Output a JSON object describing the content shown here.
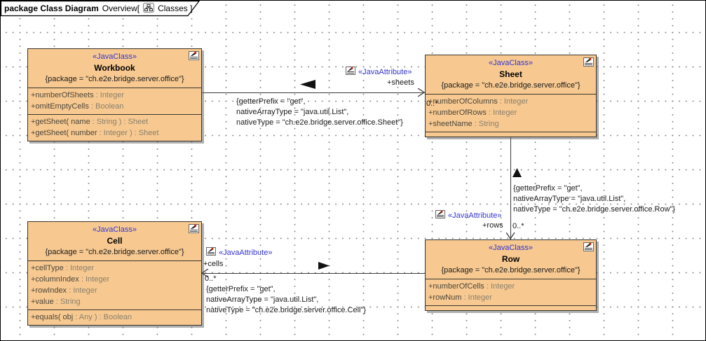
{
  "frame": {
    "kind_label": "package Class Diagram",
    "context_label": "Overview[",
    "diagram_label": "Classes ]",
    "tab_icon": "class-hierarchy-icon"
  },
  "colors": {
    "class_fill": "#F7C991",
    "class_border": "#39352C",
    "stereotype_blue": "#3535CF",
    "member_name": "#4C4539",
    "member_type": "#8A7F6C",
    "grid_dot": "#8F8F8F"
  },
  "icons": {
    "class_corner": "annotated-note-pen-icon",
    "attribute_label": "annotated-note-pen-icon",
    "tab": "class-hierarchy-icon"
  },
  "classes": [
    {
      "stereotype": "«JavaClass»",
      "name": "Workbook",
      "package": "{package = \"ch.e2e.bridge.server.office\"}",
      "attributes": [
        {
          "n": "+numberOfSheets",
          "t": " : Integer"
        },
        {
          "n": "+omitEmptyCells",
          "t": " : Boolean"
        }
      ],
      "operations": [
        {
          "n": "+getSheet( name",
          "t": " : String ) : Sheet"
        },
        {
          "n": "+getSheet( number",
          "t": " : Integer ) : Sheet"
        }
      ]
    },
    {
      "stereotype": "«JavaClass»",
      "name": "Sheet",
      "package": "{package = \"ch.e2e.bridge.server.office\"}",
      "attributes": [
        {
          "n": "+numberOfColumns",
          "t": " : Integer"
        },
        {
          "n": "+numberOfRows",
          "t": " : Integer"
        },
        {
          "n": "+sheetName",
          "t": " : String"
        }
      ],
      "operations": []
    },
    {
      "stereotype": "«JavaClass»",
      "name": "Cell",
      "package": "{package = \"ch.e2e.bridge.server.office\"}",
      "attributes": [
        {
          "n": "+cellType",
          "t": " : Integer"
        },
        {
          "n": "+columnIndex",
          "t": " : Integer"
        },
        {
          "n": "+rowIndex",
          "t": " : Integer"
        },
        {
          "n": "+value",
          "t": " : String"
        }
      ],
      "operations": [
        {
          "n": "+equals( obj",
          "t": " : Any ) : Boolean"
        }
      ]
    },
    {
      "stereotype": "«JavaClass»",
      "name": "Row",
      "package": "{package = \"ch.e2e.bridge.server.office\"}",
      "attributes": [
        {
          "n": "+numberOfCells",
          "t": " : Integer"
        },
        {
          "n": "+rowNum",
          "t": " : Integer"
        }
      ],
      "operations": []
    }
  ],
  "associations": [
    {
      "stereotype": "«JavaAttribute»",
      "role": "+sheets",
      "multiplicity": "0..*",
      "constraint": [
        "{getterPrefix = \"get\",",
        "nativeArrayType = \"java.util.List\",",
        "nativeType = \"ch.e2e.bridge.server.office.Sheet\"}"
      ]
    },
    {
      "stereotype": "«JavaAttribute»",
      "role": "+rows",
      "multiplicity": "0..*",
      "constraint": [
        "{getterPrefix = \"get\",",
        "nativeArrayType = \"java.util.List\",",
        "nativeType = \"ch.e2e.bridge.server.office.Row\"}"
      ]
    },
    {
      "stereotype": "«JavaAttribute»",
      "role": "+cells",
      "multiplicity": "0..*",
      "constraint": [
        "{getterPrefix = \"get\",",
        "nativeArrayType = \"java.util.List\",",
        "nativeType = \"ch.e2e.bridge.server.office.Cell\"}"
      ]
    }
  ]
}
